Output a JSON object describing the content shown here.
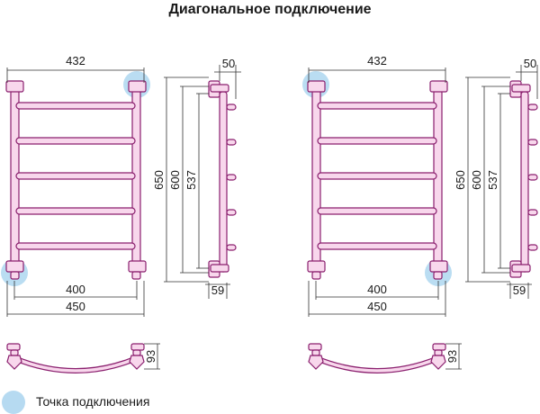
{
  "title": "Диагональное подключение",
  "legend": {
    "label": "Точка подключения",
    "marker_color": "#a9d4ef"
  },
  "colors": {
    "pipe": "#8a1f6e",
    "pipe_fill": "#f8d7ec",
    "dim": "#333333"
  },
  "drawings": [
    {
      "connection": "top-right / bottom-left",
      "dims": {
        "width_top": "432",
        "height_total": "650",
        "height_600": "600",
        "height_537": "537",
        "depth_50": "50",
        "depth_59": "59",
        "axis_400": "400",
        "width_450": "450",
        "plan_93": "93"
      }
    },
    {
      "connection": "top-left / bottom-right",
      "dims": {
        "width_top": "432",
        "height_total": "650",
        "height_600": "600",
        "height_537": "537",
        "depth_50": "50",
        "depth_59": "59",
        "axis_400": "400",
        "width_450": "450",
        "plan_93": "93"
      }
    }
  ]
}
